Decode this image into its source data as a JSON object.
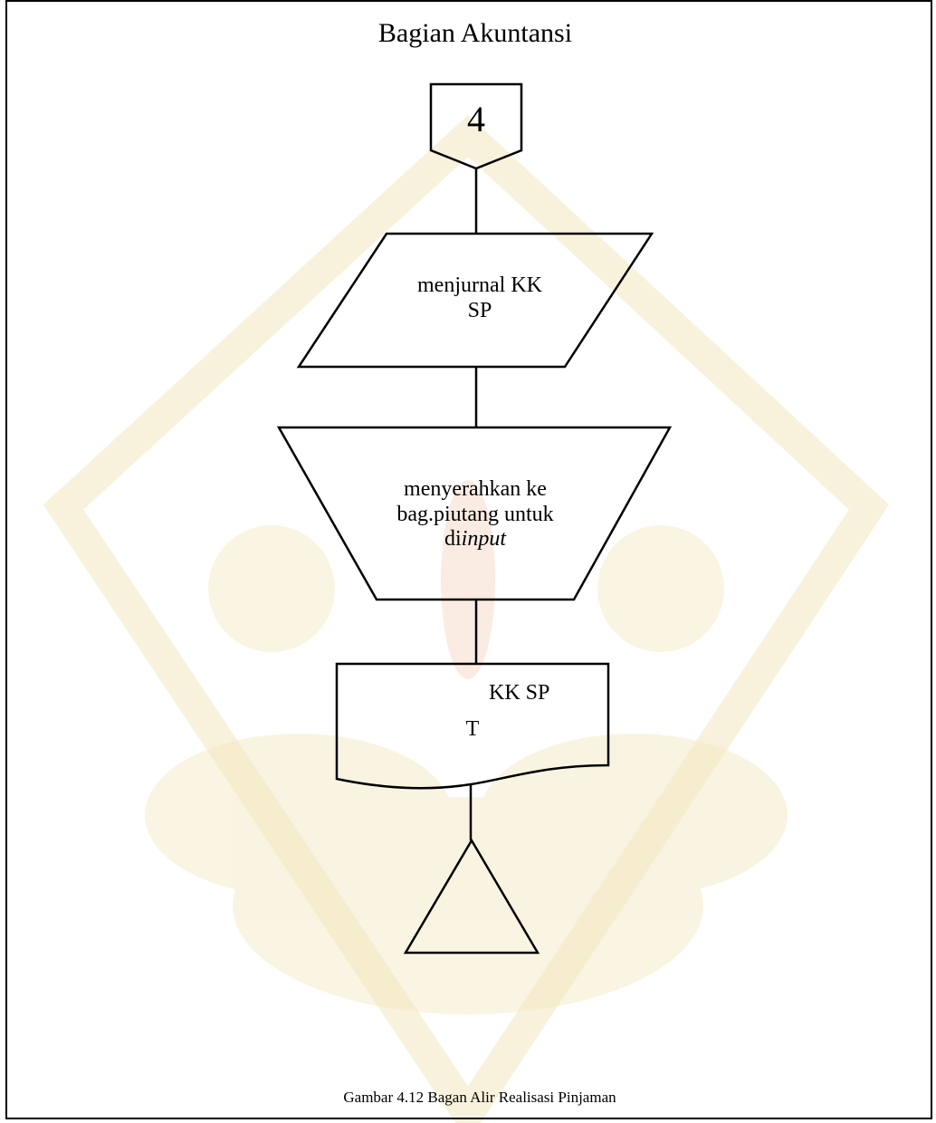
{
  "diagram": {
    "title": "Bagian Akuntansi",
    "offpage_connector": {
      "label": "4"
    },
    "manual_input": {
      "line1": "menjurnal KK",
      "line2": "SP"
    },
    "manual_operation": {
      "line1": "menyerahkan ke",
      "line2": "bag.piutang untuk",
      "line3_prefix": "di",
      "line3_italic": "input"
    },
    "document": {
      "label": "KK SP"
    },
    "terminal_file": {
      "label": "T"
    },
    "caption": "Gambar 4.12 Bagan Alir Realisasi Pinjaman"
  },
  "colors": {
    "line": "#000000",
    "background": "#ffffff",
    "watermark": "#efe0a8"
  }
}
